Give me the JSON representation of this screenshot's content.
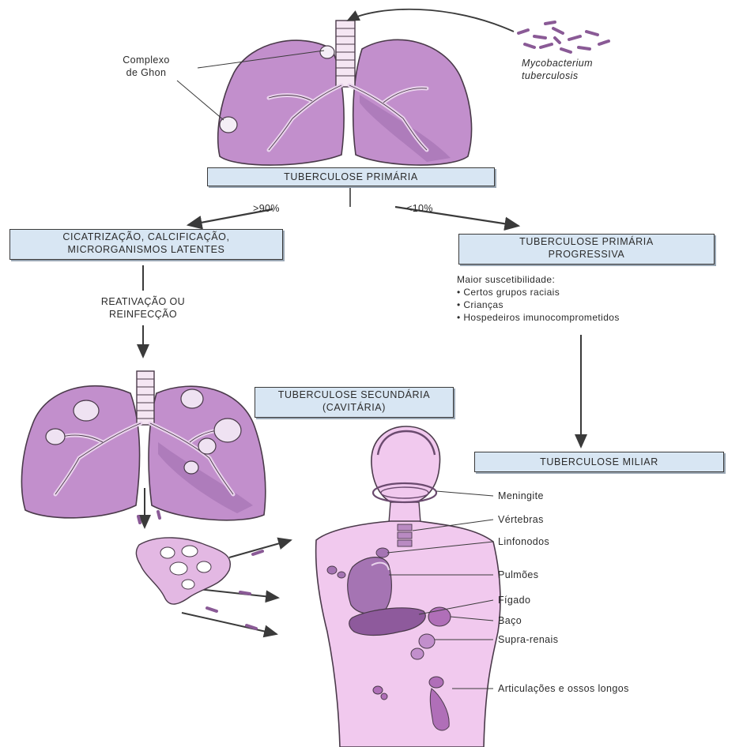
{
  "labels": {
    "ghon": [
      "Complexo",
      "de Ghon"
    ],
    "mycobacterium": [
      "Mycobacterium",
      "tuberculosis"
    ],
    "primary": "TUBERCULOSE PRIMÁRIA",
    "pct_high": ">90%",
    "pct_low": "<10%",
    "scarring": [
      "CICATRIZAÇÃO, CALCIFICAÇÃO,",
      "MICRORGANISMOS LATENTES"
    ],
    "progressive": [
      "TUBERCULOSE PRIMÁRIA",
      "PROGRESSIVA"
    ],
    "susceptibility": {
      "title": "Maior suscetibilidade:",
      "items": [
        "• Certos grupos raciais",
        "• Crianças",
        "• Hospedeiros imunocomprometidos"
      ]
    },
    "reactivation": [
      "REATIVAÇÃO OU",
      "REINFECÇÃO"
    ],
    "secondary": [
      "TUBERCULOSE SECUNDÁRIA",
      "(CAVITÁRIA)"
    ],
    "miliary": "TUBERCULOSE MILIAR",
    "organs": [
      "Meningite",
      "Vértebras",
      "Linfonodos",
      "Pulmões",
      "Fígado",
      "Baço",
      "Supra-renais",
      "Articulações e ossos longos"
    ]
  },
  "colors": {
    "lung": "#c28fcc",
    "lung_dark": "#8e5a9c",
    "body": "#f1c9ee",
    "box": "#d8e6f3"
  }
}
